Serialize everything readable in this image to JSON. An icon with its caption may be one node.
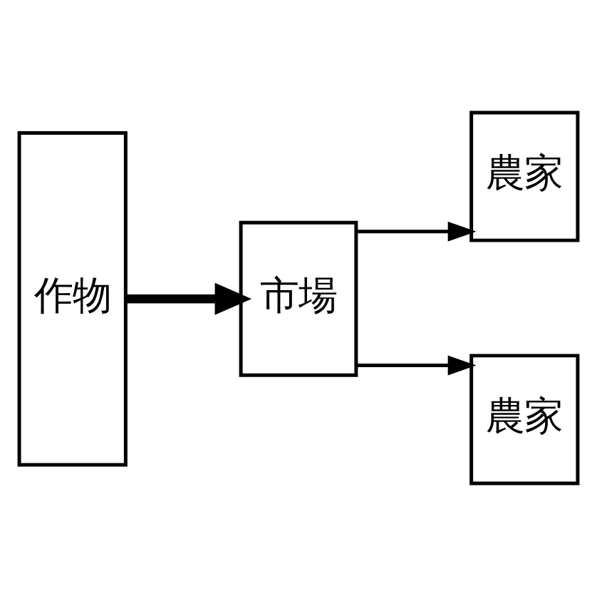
{
  "diagram": {
    "nodes": [
      {
        "text": [
          "作物"
        ]
      },
      {
        "text": [
          "市場"
        ]
      },
      {
        "text": [
          "農家"
        ]
      },
      {
        "text": [
          "農家"
        ]
      }
    ],
    "edges": [
      {
        "from": 0,
        "to": 1,
        "arrow": "to",
        "style": "thick"
      },
      {
        "from": 1,
        "to": 2,
        "arrow": "to"
      },
      {
        "from": 1,
        "to": 3,
        "arrow": "to"
      }
    ]
  }
}
